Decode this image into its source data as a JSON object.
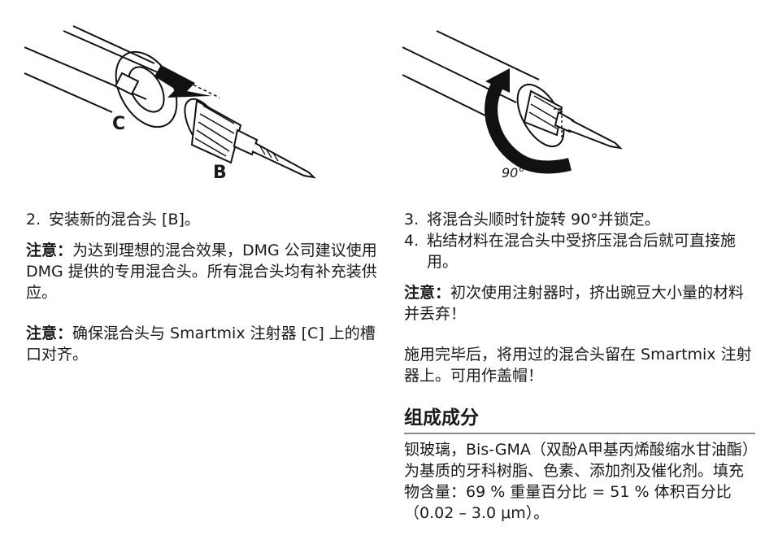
{
  "figures": {
    "left": {
      "labels": [
        "C",
        "B"
      ]
    },
    "right": {
      "angle_label": "90°"
    }
  },
  "left_col": {
    "step2_num": "2.",
    "step2_text": "安装新的混合头 [B]。",
    "note1_label": "注意：",
    "note1_text": "为达到理想的混合效果，DMG 公司建议使用 DMG 提供的专用混合头。所有混合头均有补充装供应。",
    "note2_label": "注意：",
    "note2_text": "确保混合头与 Smartmix 注射器 [C] 上的槽口对齐。"
  },
  "right_col": {
    "step3_num": "3.",
    "step3_text": "将混合头顺时针旋转 90°并锁定。",
    "step4_num": "4.",
    "step4_text": "粘结材料在混合头中受挤压混合后就可直接施用。",
    "note_label": "注意：",
    "note_text": "初次使用注射器时，挤出豌豆大小量的材料并丢弃！",
    "after_use": "施用完毕后，将用过的混合头留在 Smartmix 注射器上。可用作盖帽！",
    "composition_heading": "组成成分",
    "composition_text": "钡玻璃，Bis-GMA（双酚A甲基丙烯酸缩水甘油酯）为基质的牙科树脂、色素、添加剂及催化剂。填充物含量：69 % 重量百分比 = 51 % 体积百分比（0.02 – 3.0 μm）。"
  }
}
